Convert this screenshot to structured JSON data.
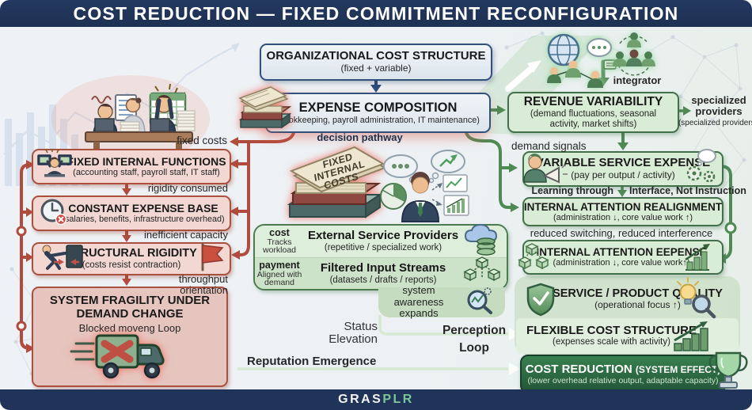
{
  "header": {
    "title": "COST REDUCTION — FIXED COMMITMENT RECONFIGURATION"
  },
  "footer": {
    "brand": {
      "left": "GRAS",
      "right": "PLR"
    }
  },
  "colors": {
    "navy": "#1d3153",
    "red_border": "#a9503f",
    "red_fill": "#f2d7d2",
    "green_border": "#41704a",
    "green_fill": "#d9ecd5",
    "dark_green": "#2a6743",
    "accent_green": "#7cc79a"
  },
  "icons": {
    "ledger_stack": "stacked-books",
    "stressed_team": "office-desk-overload",
    "workstation": "dual-monitor-worker",
    "clock_cross": "clock-with-x",
    "pushing_wall": "person-pushing-wall",
    "red_flag": "warning-flag",
    "blocked_truck": "truck-with-x",
    "global_network": "globe-people-network",
    "integrator_group": "people-circle",
    "megaphone_person": "announcer",
    "gears_thought": "gears-and-bubble",
    "cubes": "modular-cubes",
    "growth_chart": "rising-bars",
    "shield_check": "quality-shield",
    "bulb_magnifier": "insight-lens",
    "bars_arrow": "scaling-bars",
    "trophy": "award-trophy",
    "cloud_db": "cloud-database",
    "cube_network": "linked-cubes",
    "magnifier_chart": "awareness-lens",
    "thinker": "businessman-analysis"
  },
  "top": {
    "org": {
      "title": "ORGANIZATIONAL COST STRUCTURE",
      "subtitle": "(fixed + variable)"
    },
    "expense": {
      "title": "EXPENSE COMPOSITION",
      "subtitle": "(bookkeeping, payroll administration, IT maintenance)"
    },
    "revenue": {
      "title": "REVENUE VARIABILITY",
      "subtitle": "(demand fluctuations, seasonal\nactivity, market shifts)"
    },
    "specialized": {
      "title": "specialized\nproviders",
      "subtitle": "(specialized providers)"
    },
    "integrator": "integrator",
    "decision_pathway": "decision pathway",
    "fixed_costs": "fixed costs",
    "demand_signals": "demand signals"
  },
  "left_chain": {
    "fif": {
      "title": "FIXED INTERNAL FUNCTIONS",
      "subtitle": "(accounting staff, payroll staff, IT staff)"
    },
    "rigidity_consumed": "rigidity consumed",
    "ceb": {
      "title": "CONSTANT EXPENSE BASE",
      "subtitle": "(salaries, benefits, infrastructure overhead)"
    },
    "inefficient_capacity": "inefficient capacity",
    "sr": {
      "title": "STRUCTURAL RIGIDITY",
      "subtitle": "(costs resist contraction)"
    },
    "throughput_orientation": "throughput orientation",
    "sfu": {
      "title": "SYSTEM FRAGILITY UNDER\nDEMAND CHANGE",
      "subtitle": "Blocked moveng Loop"
    }
  },
  "center": {
    "book_label": "FIXED\nINTERNAL\nCOSTS",
    "providers": {
      "row1": {
        "tag": "cost",
        "tag_sub": "Tracks\nworkload",
        "title": "External Service Providers",
        "subtitle": "(repetitive / specialized work)"
      },
      "row2": {
        "tag": "payment",
        "tag_sub": "Aligned with\ndemand",
        "title": "Filtered Input Streams",
        "subtitle": "(datasets / drafts / reports)"
      }
    },
    "system_awareness": "system awareness\nexpands",
    "status_elevation": "Status\nElevation",
    "perception_loop": "Perception\nLoop",
    "reputation_emergence": "Reputation Emergence"
  },
  "right_chain": {
    "vse": {
      "title": "VARIABLE SERVICE EXPENSE",
      "subtitle": "(pay per output / activity)"
    },
    "learning_through": "Learning through",
    "interface_not_instruction": "Interface, Not Instruction",
    "iar": {
      "title": "INTERNAL ATTENTION REALIGNMENT",
      "subtitle": "(administration ↓, core value work ↑)"
    },
    "reduced_switching": "reduced switching, reduced interference",
    "iae": {
      "title": "INTERNAL ATTENTION EEPENSE",
      "subtitle": "(administration ↓, core value work↑)"
    },
    "spq": {
      "title": "SERVICE / PRODUCT QUALITY",
      "subtitle": "(operational focus ↑)"
    },
    "fcs": {
      "title": "FLEXIBLE COST STRUCTURE",
      "subtitle": "(expenses scale with activity)"
    },
    "cr": {
      "title": "COST REDUCTION",
      "title_suffix": "(SYSTEM EFFECT)",
      "subtitle": "(lower overhead relative output, adaptable capacity)"
    }
  }
}
